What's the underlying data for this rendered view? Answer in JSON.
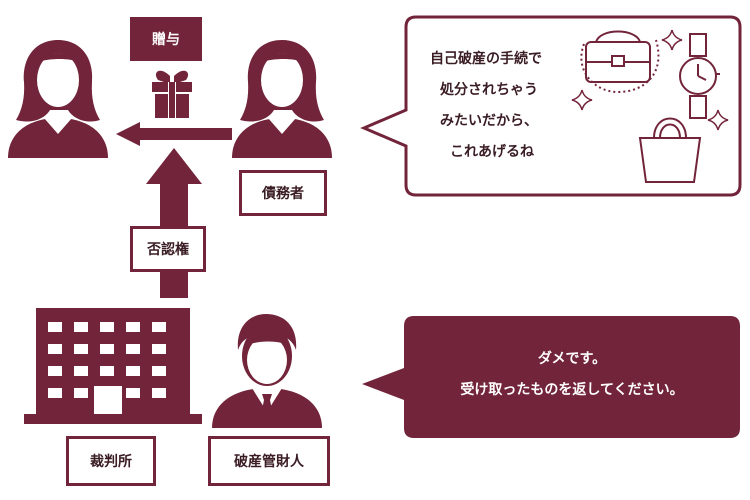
{
  "labels": {
    "gift": "贈与",
    "debtor": "債務者",
    "avoidance_right": "否認権",
    "court": "裁判所",
    "trustee": "破産管財人"
  },
  "debtor_speech": {
    "lines": [
      "自己破産の手続で",
      "処分されちゃう",
      "みたいだから、",
      "これあげるね"
    ]
  },
  "trustee_speech": {
    "lines": [
      "ダメです。",
      "受け取ったものを返してください。"
    ]
  },
  "colors": {
    "primary": "#72243a",
    "background": "#ffffff"
  },
  "icons": [
    "recipient-person-icon",
    "debtor-person-icon",
    "gift-box-icon",
    "handbag-icon",
    "wristwatch-icon",
    "tote-bag-icon",
    "sparkle-icon",
    "court-building-icon",
    "trustee-person-icon"
  ]
}
